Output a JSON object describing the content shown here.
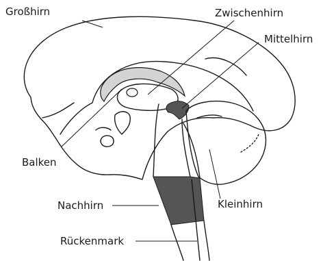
{
  "labels": {
    "grosshirn": "Großhirn",
    "zwischenhirn": "Zwischenhirn",
    "mittelhirn": "Mittelhirn",
    "balken": "Balken",
    "nachhirn": "Nachhirn",
    "kleinhirn": "Kleinhirn",
    "rueckenmark": "Rückenmark"
  },
  "colors": {
    "line": "#1a1a1a",
    "corpus_callosum_fill": "#d4d4d4",
    "dark_region_fill": "#555555",
    "background": "#ffffff"
  }
}
